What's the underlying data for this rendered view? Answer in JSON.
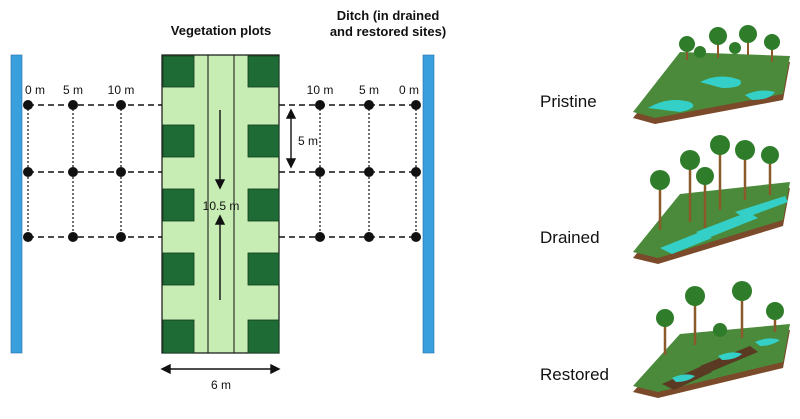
{
  "diagram": {
    "title_plots": "Vegetation plots",
    "title_ditch_line1": "Ditch (in drained",
    "title_ditch_line2": "and restored sites)",
    "left_distances": [
      "0 m",
      "5 m",
      "10 m"
    ],
    "right_distances": [
      "10 m",
      "5 m",
      "0 m"
    ],
    "spacing_label": "5 m",
    "inner_label": "10.5 m",
    "width_label": "6 m"
  },
  "sites": [
    {
      "label": "Pristine"
    },
    {
      "label": "Drained"
    },
    {
      "label": "Restored"
    }
  ],
  "colors": {
    "ditch": "#3aa0dd",
    "plot_bg": "#c7ecb4",
    "plot_square": "#1f6b35",
    "soil": "#7a4a2a",
    "moss": "#4a8a3a",
    "water": "#34d0c8"
  }
}
